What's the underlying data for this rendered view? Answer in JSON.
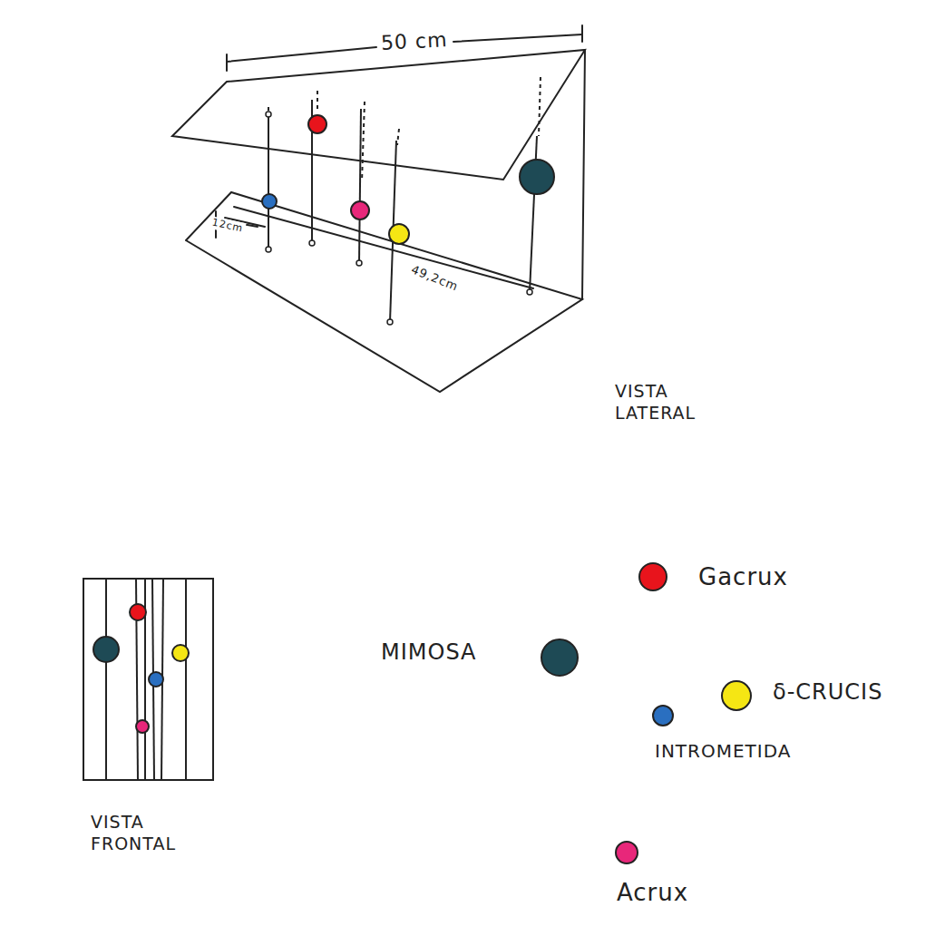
{
  "diagram": {
    "labels": [
      "50 cm",
      "12cm",
      "49,2cm",
      "VISTA LATERAL",
      "VISTA FRONTAL",
      "Gacrux",
      "MIMOSA",
      "δ-CRUCIS",
      "INTROMETIDA",
      "Acrux"
    ]
  }
}
